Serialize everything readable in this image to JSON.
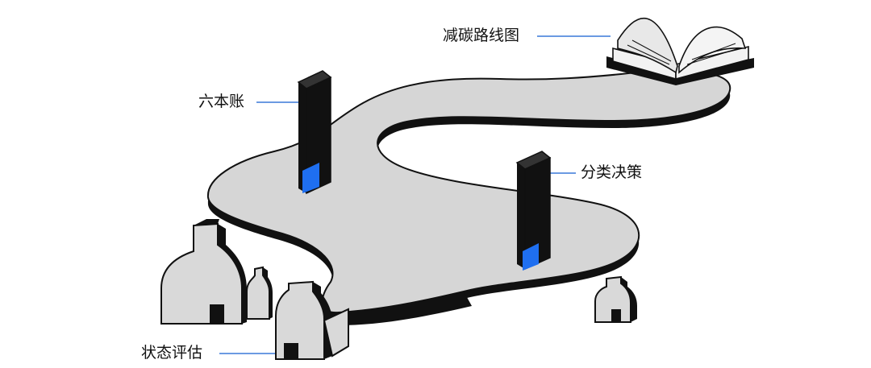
{
  "labels": {
    "roadmap": "减碳路线图",
    "six_ledgers": "六本账",
    "classification_decision": "分类决策",
    "status_assessment": "状态评估"
  },
  "colors": {
    "path_fill": "#d6d6d6",
    "outline": "#111111",
    "accent_blue": "#1f6ff0",
    "pointer_line": "#3a78d8",
    "building_fill": "#d9d9d9"
  },
  "icons": [
    "open-book-icon",
    "kiln-building-icon",
    "pillar-marker-icon"
  ]
}
